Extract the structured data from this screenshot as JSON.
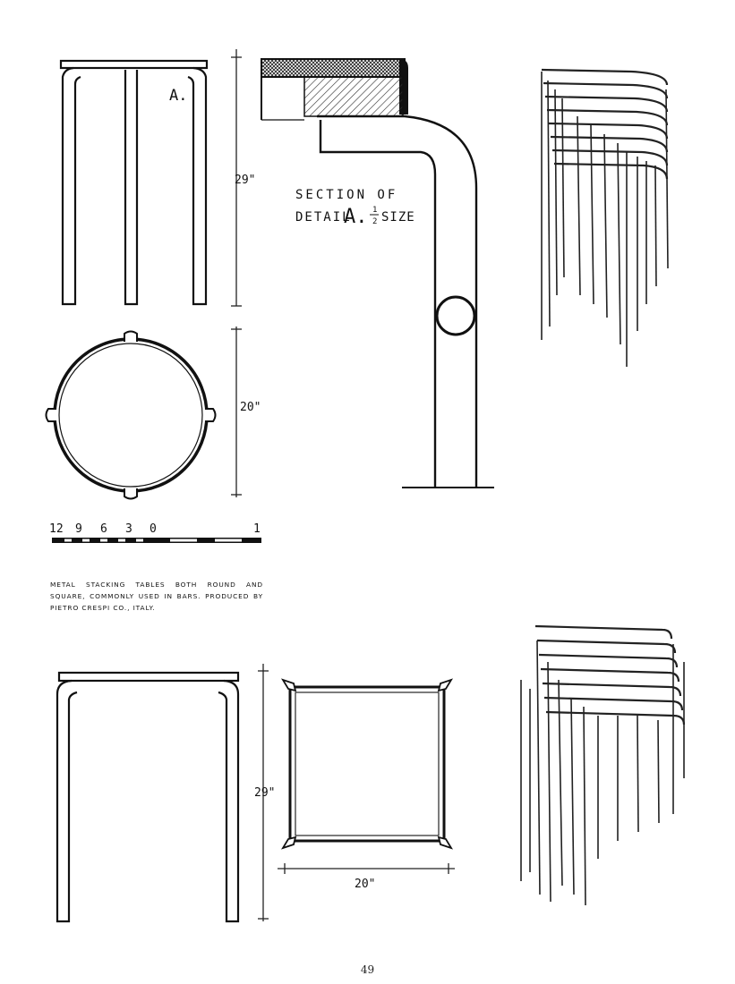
{
  "drawing": {
    "detail_marker": "A.",
    "round_height_dim": "29\"",
    "round_diameter_dim": "20\"",
    "section_title_line1": "SECTION OF",
    "section_title_prefix": "DETAIL",
    "section_title_letter": "A.",
    "section_fraction_num": "1",
    "section_fraction_den": "2",
    "section_title_suffix": "SIZE",
    "scale_labels": [
      "12",
      "9",
      "6",
      "3",
      "0",
      "1"
    ],
    "square_height_dim": "29\"",
    "square_width_dim": "20\""
  },
  "caption": "METAL STACKING TABLES BOTH ROUND AND SQUARE, COMMONLY USED IN BARS. PRODUCED BY PIETRO CRESPI CO., ITALY.",
  "page_number": "49"
}
